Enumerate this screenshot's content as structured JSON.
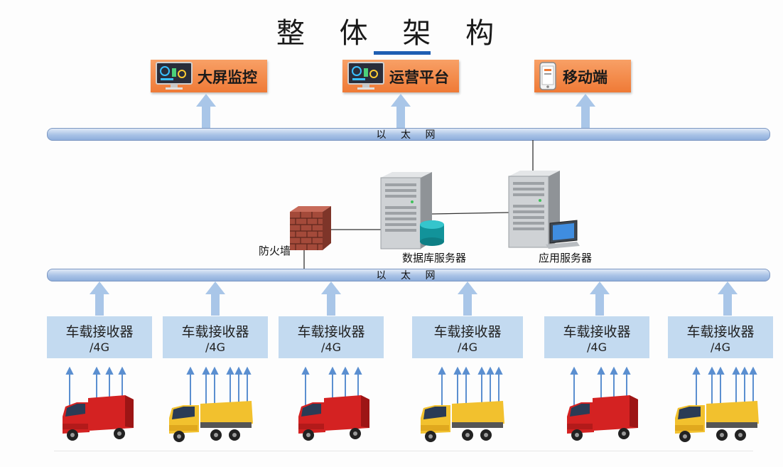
{
  "diagram": {
    "title": "整 体 架 构",
    "clients": [
      {
        "label": "大屏监控",
        "icon": "monitor-dashboard-icon"
      },
      {
        "label": "运营平台",
        "icon": "monitor-dashboard-icon"
      },
      {
        "label": "移动端",
        "icon": "mobile-phone-icon"
      }
    ],
    "top_network": "以 太 网",
    "bottom_network": "以 太 网",
    "firewall": "防火墙",
    "db_server": "数据库服务器",
    "app_server": "应用服务器",
    "receivers": [
      {
        "line1": "车载接收器",
        "line2": "/4G"
      },
      {
        "line1": "车载接收器",
        "line2": "/4G"
      },
      {
        "line1": "车载接收器",
        "line2": "/4G"
      },
      {
        "line1": "车载接收器",
        "line2": "/4G"
      },
      {
        "line1": "车载接收器",
        "line2": "/4G"
      },
      {
        "line1": "车载接收器",
        "line2": "/4G"
      }
    ],
    "trucks": [
      {
        "type": "red-box-truck",
        "color": "#d42222"
      },
      {
        "type": "yellow-dump-truck",
        "color": "#f2c12e"
      },
      {
        "type": "red-box-truck",
        "color": "#d42222"
      },
      {
        "type": "yellow-dump-truck",
        "color": "#f2c12e"
      },
      {
        "type": "red-box-truck",
        "color": "#d42222"
      },
      {
        "type": "yellow-dump-truck",
        "color": "#f2c12e"
      }
    ],
    "colors": {
      "client_box": "#f08a4b",
      "bus": "#a8c2e6",
      "arrow": "#a9c6e8",
      "receiver_box": "#c3daf0",
      "accent": "#1f5fb3"
    }
  }
}
